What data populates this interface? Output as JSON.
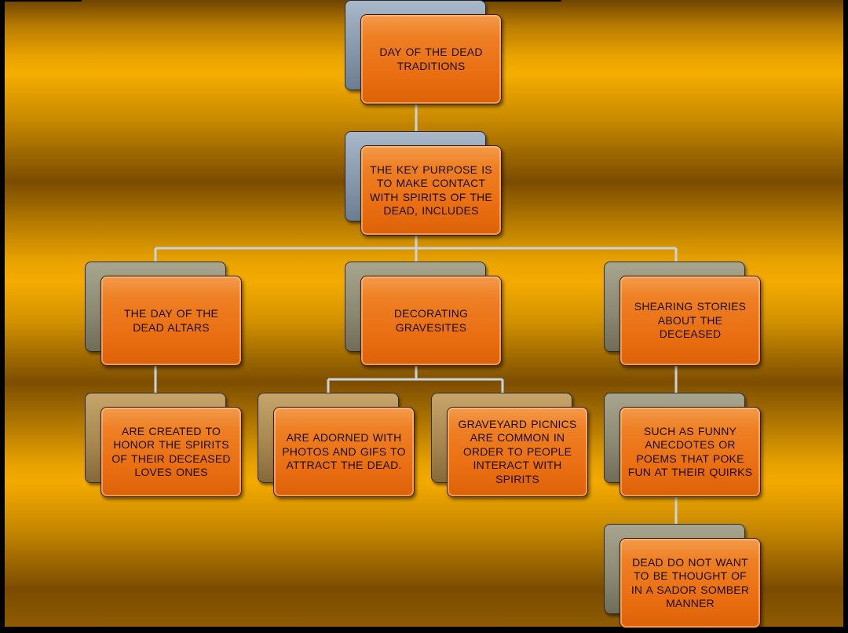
{
  "diagram": {
    "nodes": {
      "root": "DAY OF THE DEAD TRADITIONS",
      "purpose": "THE KEY PURPOSE IS TO MAKE CONTACT WITH SPIRITS OF THE DEAD, INCLUDES",
      "altars": "THE DAY OF THE DEAD ALTARS",
      "gravesites": "DECORATING GRAVESITES",
      "stories": "SHEARING STORIES ABOUT THE DECEASED",
      "altars_detail": "ARE CREATED TO HONOR THE SPIRITS OF THEIR DECEASED LOVES ONES",
      "adorned": "ARE ADORNED WITH PHOTOS AND GIFS TO ATTRACT THE DEAD.",
      "picnics": "GRAVEYARD PICNICS ARE COMMON IN ORDER TO PEOPLE INTERACT WITH SPIRITS",
      "funny": "SUCH AS FUNNY ANECDOTES OR POEMS THAT POKE FUN AT THEIR QUIRKS",
      "somber": "DEAD DO NOT WANT TO BE THOUGHT OF IN A SADOR SOMBER MANNER"
    }
  },
  "colors": {
    "front_box": "#ee7f23",
    "back_box_blue": "#8798ac",
    "back_box_olive": "#8c8a73",
    "back_box_tan": "#a8884f",
    "connector": "#c9d3de",
    "background_gold": "#f5ad00",
    "background_brown": "#7a4c00"
  }
}
